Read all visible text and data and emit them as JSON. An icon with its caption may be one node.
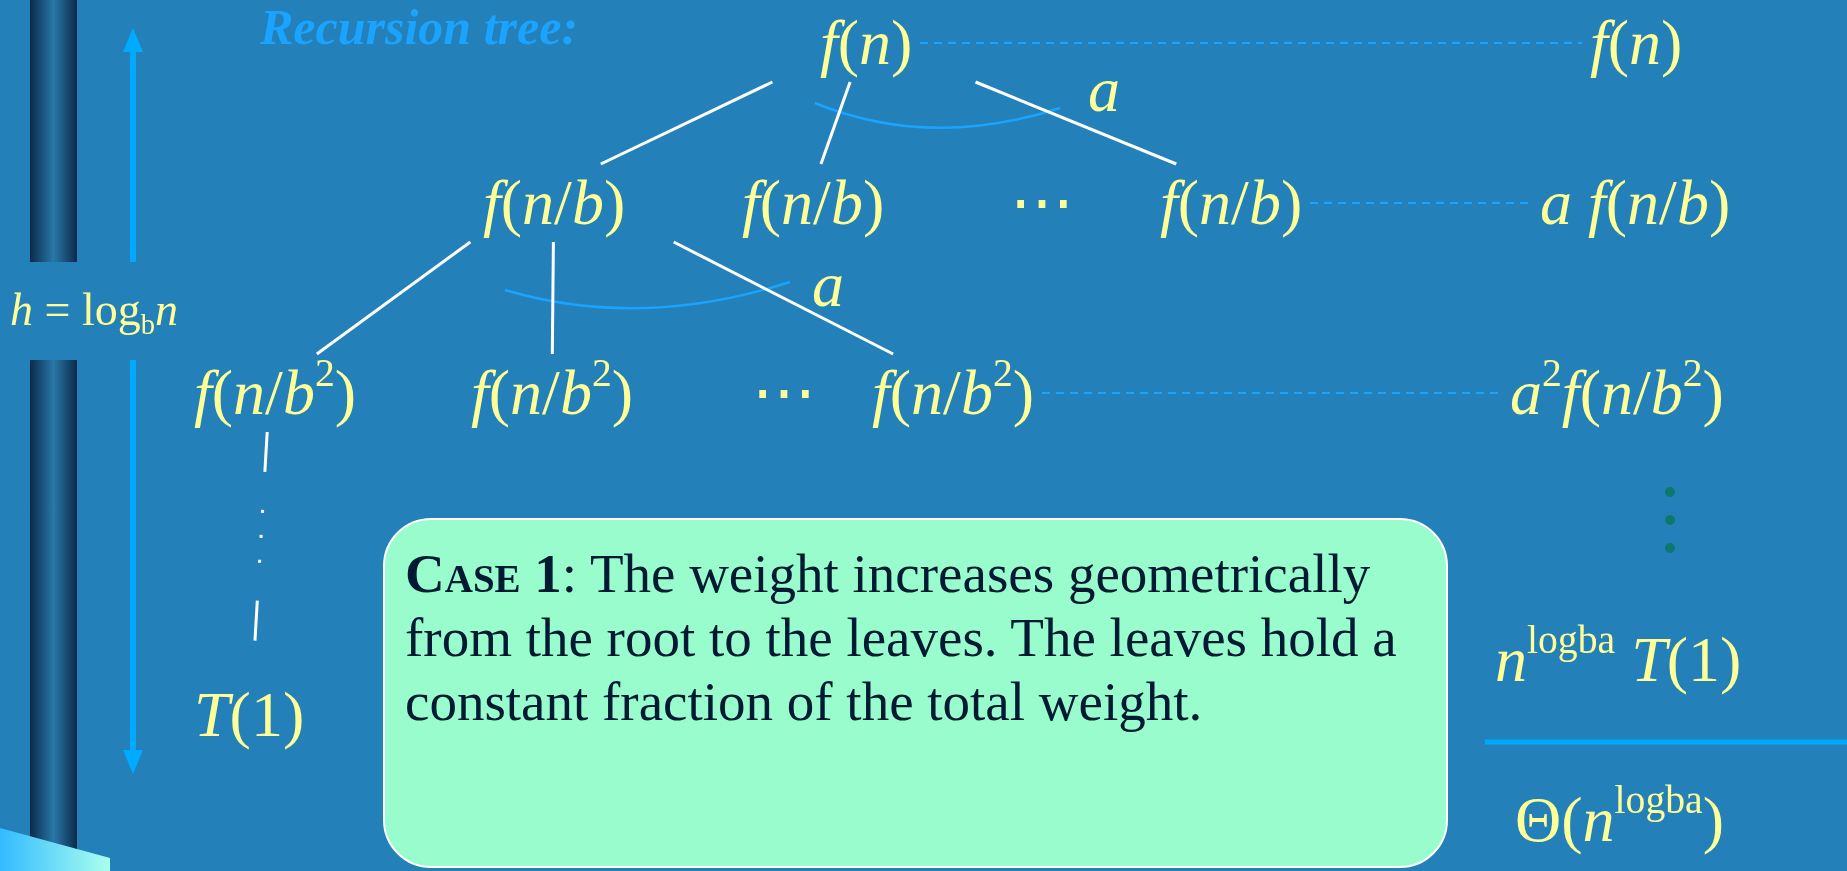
{
  "diagram": {
    "title": "Recursion tree:",
    "nodes": [
      {
        "text": [
          "*f*(*n*)"
        ]
      },
      {
        "text": [
          "*f*(*n*/*b*)"
        ]
      },
      {
        "text": [
          "*f*(*n*/*b*)"
        ]
      },
      {
        "text": [
          "*f*(*n*/*b*)"
        ]
      },
      {
        "text": [
          "*f*(*n*/*b*$^{2}$)"
        ]
      },
      {
        "text": [
          "*f*(*n*/*b*$^{2}$)"
        ]
      },
      {
        "text": [
          "*f*(*n*/*b*$^{2}$)"
        ]
      },
      {
        "text": [
          "*T*(1)"
        ]
      },
      {
        "text": [
          "*f*(*n*)"
        ]
      },
      {
        "text": [
          "*a f*(*n*/*b*)"
        ]
      },
      {
        "text": [
          "*a*$^{2}$*f*(*n*/*b*$^{2}$)"
        ]
      },
      {
        "text": [
          "*n*$^{logba}$ *T*(1)"
        ]
      },
      {
        "text": [
          "Θ(*n*$^{logba}$)"
        ]
      },
      {
        "text": [
          "**Case 1**: The weight increases geometrically from the root to the leaves. The leaves hold a constant fraction of the total weight."
        ]
      }
    ],
    "edges": [
      {
        "from": 0,
        "to": 1,
        "arrow": "none"
      },
      {
        "from": 0,
        "to": 2,
        "arrow": "none"
      },
      {
        "from": 0,
        "to": 3,
        "arrow": "none"
      },
      {
        "from": 1,
        "to": 4,
        "arrow": "none"
      },
      {
        "from": 1,
        "to": 5,
        "arrow": "none"
      },
      {
        "from": 1,
        "to": 6,
        "arrow": "none"
      },
      {
        "from": 4,
        "to": 7,
        "arrow": "none",
        "style": "dashed"
      },
      {
        "from": 0,
        "to": 8,
        "arrow": "none",
        "style": "dashed",
        "color": "#1aa3ff"
      },
      {
        "from": 3,
        "to": 9,
        "arrow": "none",
        "style": "dashed",
        "color": "#1aa3ff"
      },
      {
        "from": 6,
        "to": 10,
        "arrow": "none",
        "style": "dashed",
        "color": "#1aa3ff"
      }
    ],
    "labels": [
      "*a*",
      "⋯",
      "*a*",
      "*h* = log$_{b}$*n*",
      "⋯"
    ]
  }
}
